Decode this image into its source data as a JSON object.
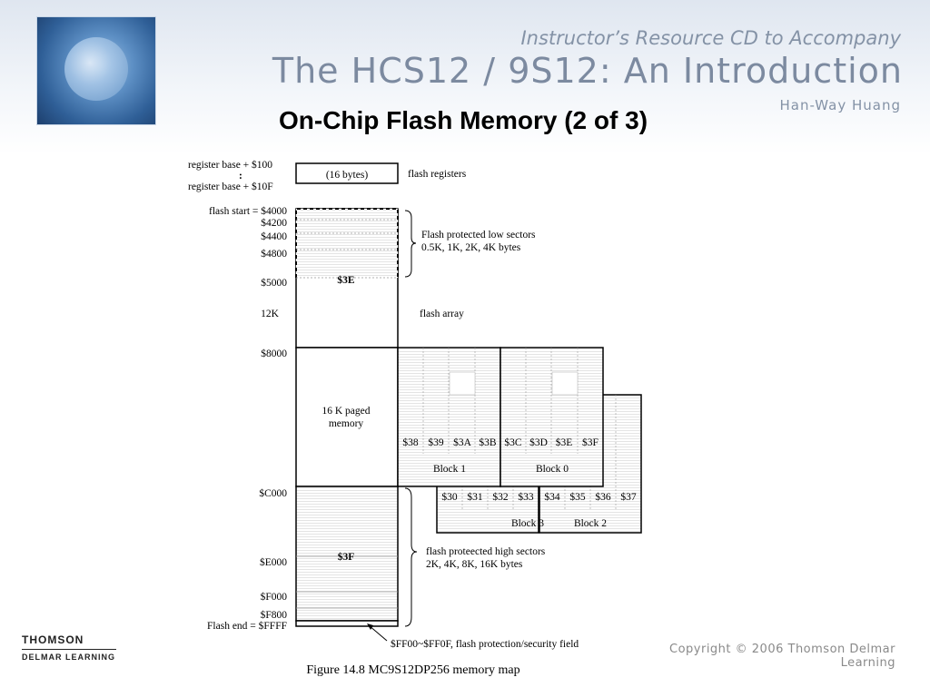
{
  "header": {
    "pretitle": "Instructor’s Resource CD to Accompany",
    "title": "The HCS12 / 9S12: An Introduction",
    "author": "Han-Way Huang"
  },
  "slide": {
    "title": "On-Chip Flash Memory (2 of 3)",
    "caption": "Figure 14.8 MC9S12DP256 memory map"
  },
  "footer": {
    "copyright": "Copyright © 2006 Thomson Delmar Learning",
    "publisher_line1": "THOMSON",
    "publisher_line2": "DELMAR LEARNING"
  },
  "diagram": {
    "reg_start": "register base + $100",
    "reg_end": "register base + $10F",
    "reg_dots": ":",
    "reg_box": "(16 bytes)",
    "reg_label": "flash registers",
    "flash_start": "flash start = $4000",
    "addr_4200": "$4200",
    "addr_4400": "$4400",
    "addr_4800": "$4800",
    "addr_5000": "$5000",
    "low_sectors_1": "Flash protected low sectors",
    "low_sectors_2": "0.5K, 1K, 2K, 4K bytes",
    "page_3e": "$3E",
    "size_12k": "12K",
    "flash_array": "flash array",
    "addr_8000": "$8000",
    "paged_1": "16 K paged",
    "paged_2": "memory",
    "pages_front": [
      "$38",
      "$39",
      "$3A",
      "$3B",
      "$3C",
      "$3D",
      "$3E",
      "$3F"
    ],
    "block_1": "Block 1",
    "block_0": "Block 0",
    "addr_c000": "$C000",
    "pages_back": [
      "$30",
      "$31",
      "$32",
      "$33",
      "$34",
      "$35",
      "$36",
      "$37"
    ],
    "block_3": "Block 3",
    "block_2": "Block 2",
    "page_3f": "$3F",
    "addr_e000": "$E000",
    "high_sectors_1": "flash proteected high sectors",
    "high_sectors_2": "2K, 4K, 8K, 16K bytes",
    "addr_f000": "$F000",
    "addr_f800": "$F800",
    "flash_end": "Flash end = $FFFF",
    "security_field": "$FF00~$FF0F, flash protection/security field"
  }
}
